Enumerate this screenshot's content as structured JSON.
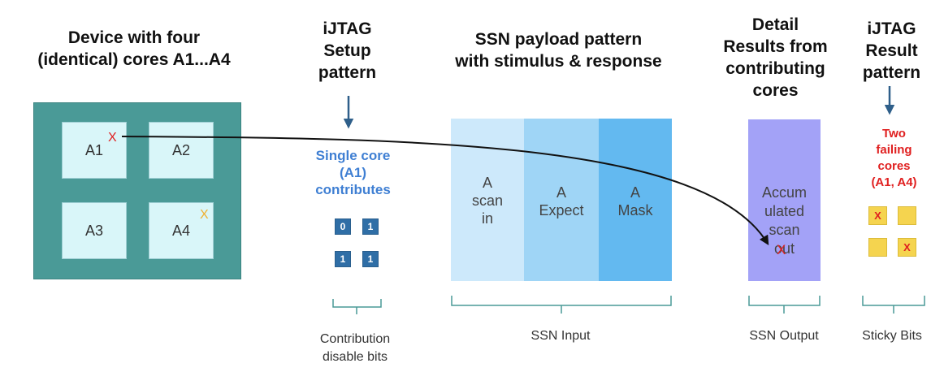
{
  "headings": {
    "device": "Device with four\n(identical) cores A1...A4",
    "setup": "iJTAG\nSetup\npattern",
    "payload": "SSN payload pattern\nwith stimulus & response",
    "detail": "Detail\nResults from\ncontributing\ncores",
    "result": "iJTAG\nResult\npattern"
  },
  "device": {
    "cores": [
      "A1",
      "A2",
      "A3",
      "A4"
    ],
    "fail_mark": "X",
    "warn_mark": "X"
  },
  "setup": {
    "text": "Single core\n(A1)\ncontributes",
    "bits": [
      "0",
      "1",
      "1",
      "1"
    ]
  },
  "payload": {
    "columns": [
      "A\nscan\nin",
      "A\nExpect",
      "A\nMask"
    ]
  },
  "output": {
    "text": "Accum\nulated\nscan\nout",
    "mark": "X"
  },
  "result": {
    "text": "Two\nfailing\ncores\n(A1, A4)",
    "bits": [
      "X",
      "",
      "",
      "X"
    ]
  },
  "captions": {
    "contribution": "Contribution\ndisable bits",
    "ssn_input": "SSN Input",
    "ssn_output": "SSN Output",
    "sticky": "Sticky Bits"
  },
  "colors": {
    "device_bg": "#4a9a97",
    "core_bg": "#d9f6f9",
    "bit_blue": "#2f6ea6",
    "scan_in": "#cde9fb",
    "expect": "#9fd5f6",
    "mask": "#63b9f0",
    "scan_out": "#a3a2f7",
    "sticky": "#f5d44f",
    "fail_red": "#e02020",
    "warn_orange": "#f0b030",
    "label_blue": "#3f7fd3"
  }
}
